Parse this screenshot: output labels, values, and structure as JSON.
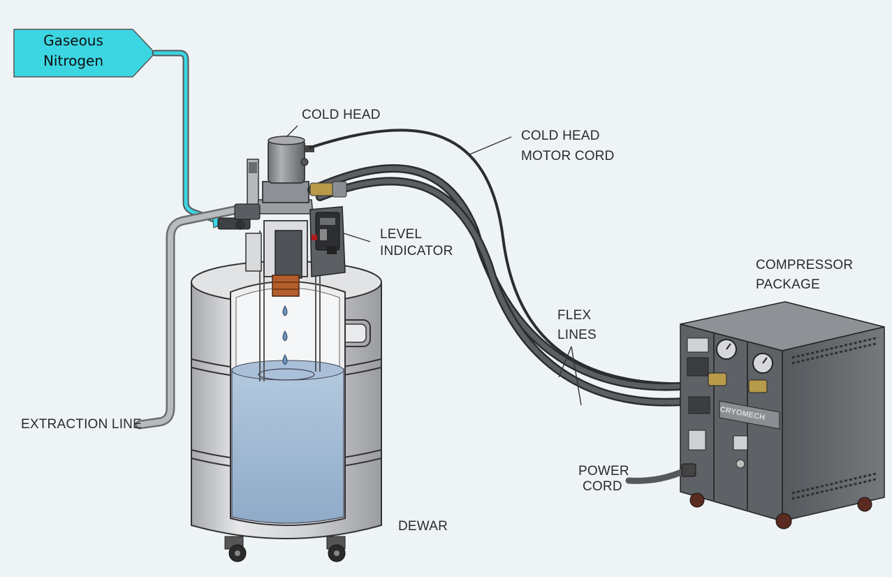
{
  "callout": {
    "line1": "Gaseous",
    "line2": "Nitrogen"
  },
  "labels": {
    "cold_head": "COLD HEAD",
    "cold_head_motor_cord_1": "COLD HEAD",
    "cold_head_motor_cord_2": "MOTOR CORD",
    "level_indicator_1": "LEVEL",
    "level_indicator_2": "INDICATOR",
    "compressor_package_1": "COMPRESSOR",
    "compressor_package_2": "PACKAGE",
    "flex_lines_1": "FLEX",
    "flex_lines_2": "LINES",
    "extraction_line": "EXTRACTION LINE",
    "power_cord_1": "POWER",
    "power_cord_2": "CORD",
    "dewar": "DEWAR",
    "brand": "CRYOMECH"
  },
  "colors": {
    "background": "#eef3f6",
    "nitrogen_line": "#3cd6e3",
    "liquid": "#9ab7d3",
    "hose": "#4a4f54",
    "compressor": "#6d7075",
    "dewar_steel": "#d3d5d8"
  }
}
